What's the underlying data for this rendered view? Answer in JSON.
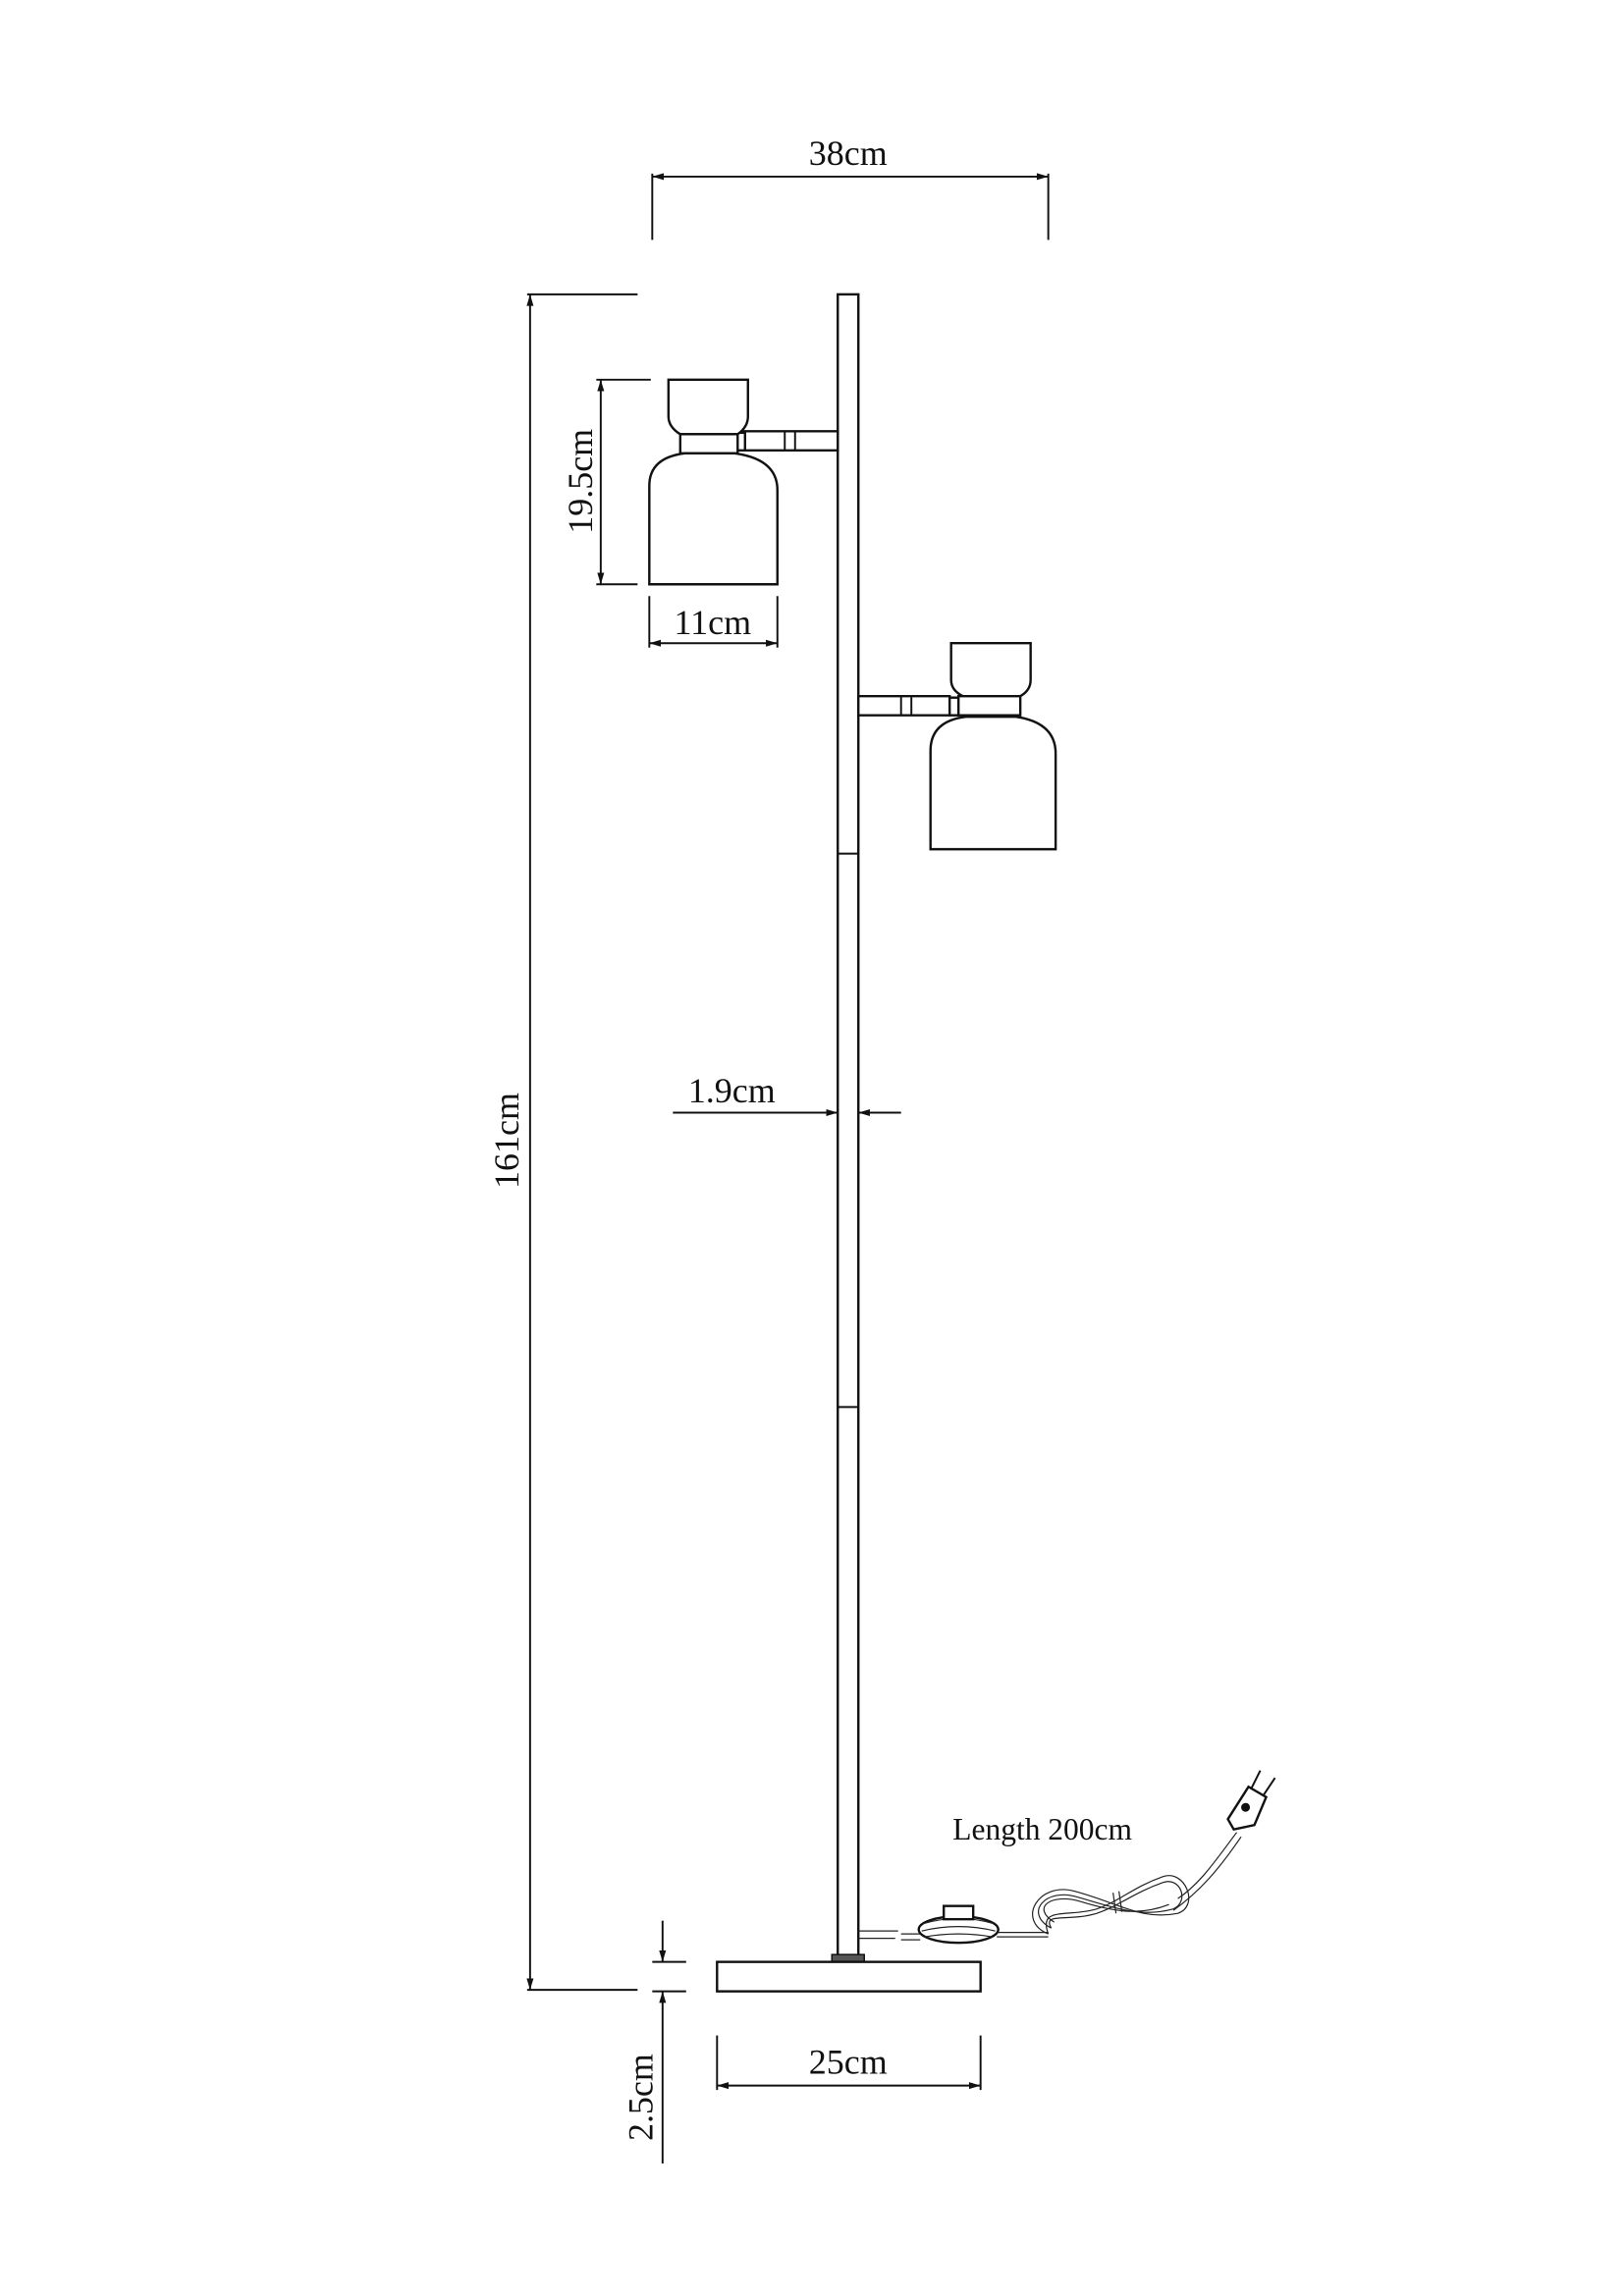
{
  "dimensions": {
    "overall_width": "38cm",
    "overall_height": "161cm",
    "shade_height": "19.5cm",
    "shade_width": "11cm",
    "pole_diameter": "1.9cm",
    "base_height": "2.5cm",
    "base_width": "25cm",
    "cable_length": "Length 200cm"
  },
  "colors": {
    "line": "#111111",
    "background": "#ffffff"
  }
}
